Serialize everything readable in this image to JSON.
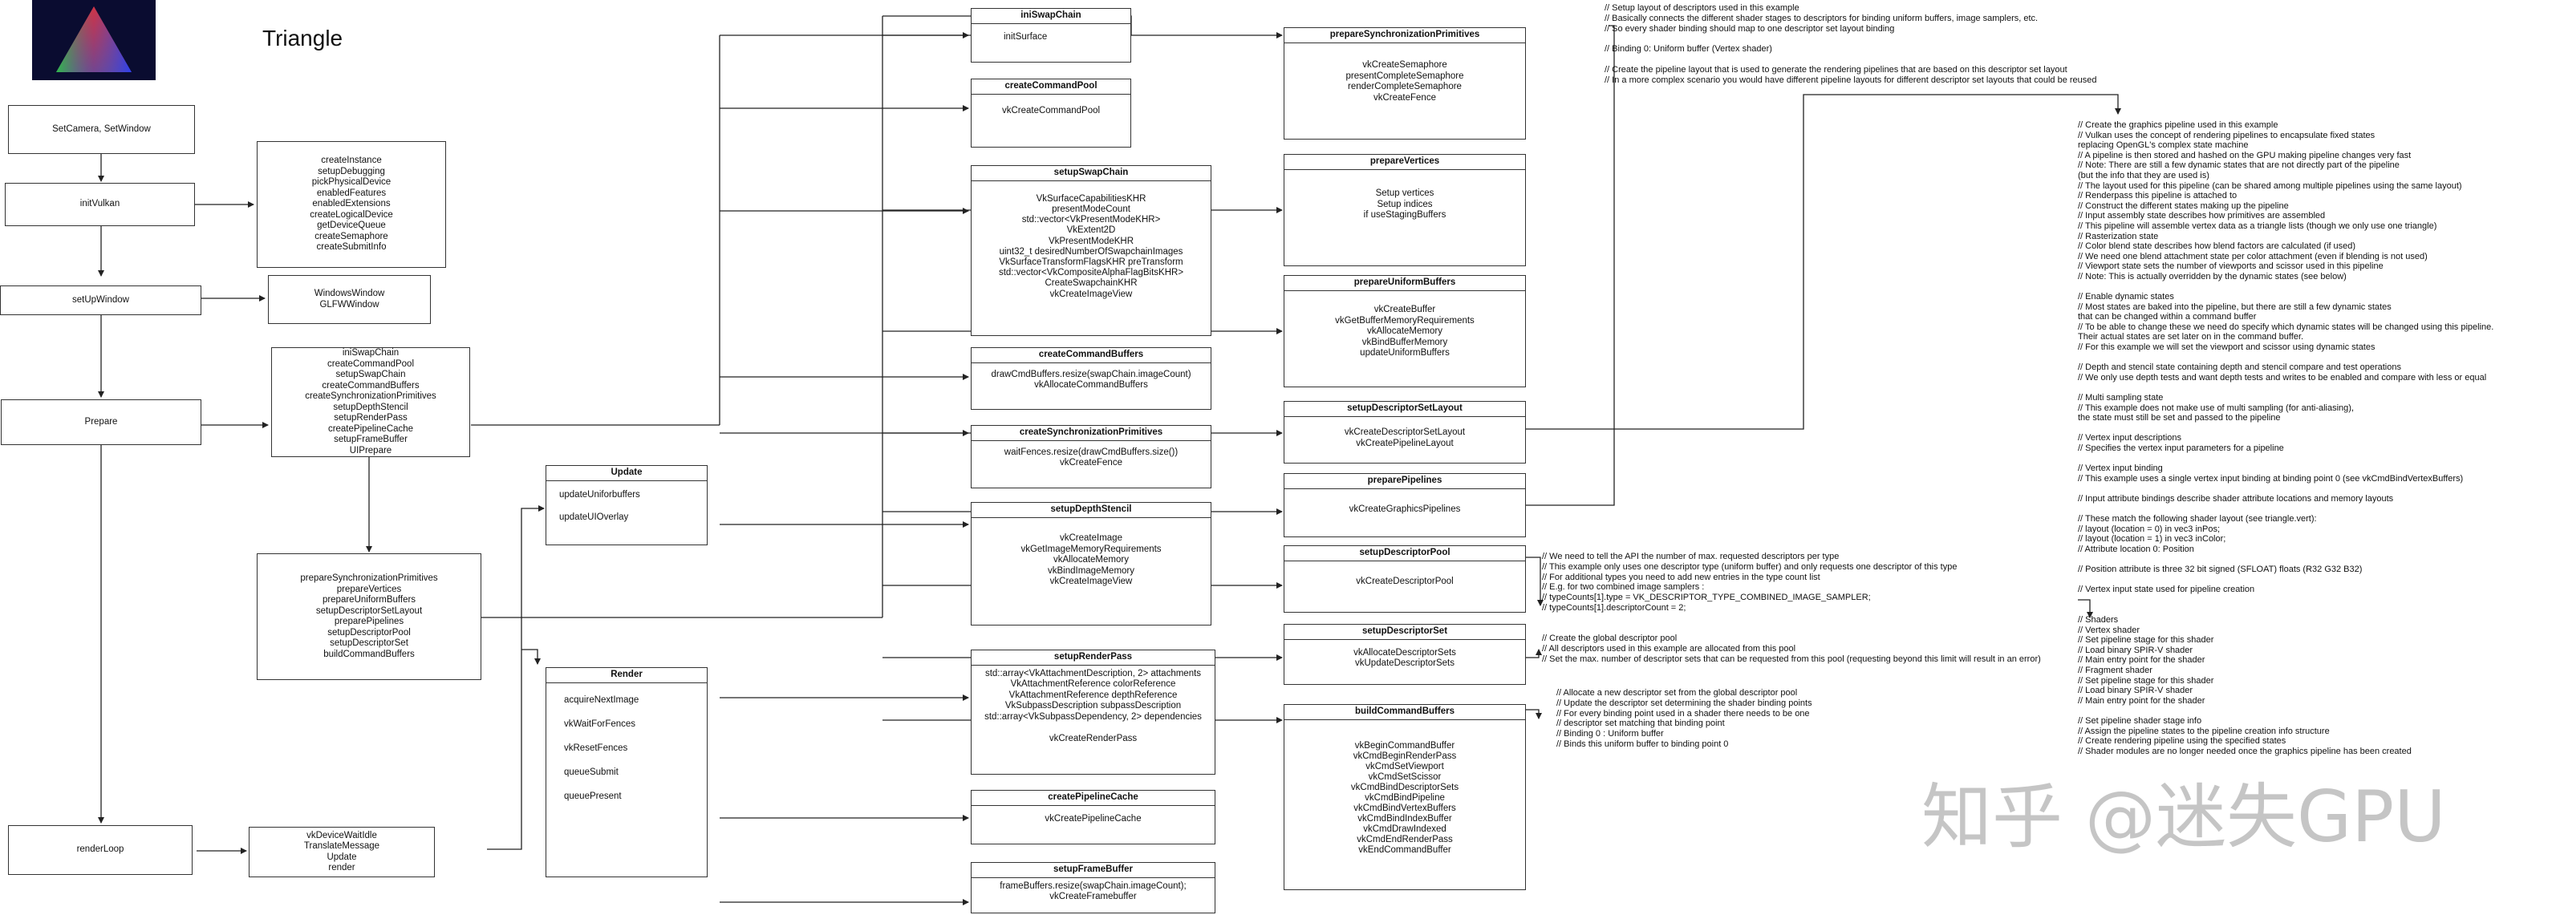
{
  "title": "Triangle",
  "watermark": "知乎 @迷失GPU",
  "nodes": {
    "setcamera": {
      "lines": [
        "SetCamera,   SetWindow"
      ]
    },
    "initvulkan": {
      "lines": [
        "initVulkan"
      ]
    },
    "vkinit": {
      "lines": [
        "createInstance",
        "setupDebugging",
        "pickPhysicalDevice",
        "enabledFeatures",
        "enabledExtensions",
        "createLogicalDevice",
        "getDeviceQueue",
        "createSemaphore",
        "createSubmitInfo"
      ]
    },
    "setupwindow": {
      "lines": [
        "setUpWindow"
      ]
    },
    "windows": {
      "lines": [
        "WindowsWindow",
        "GLFWWindow"
      ]
    },
    "prepare": {
      "lines": [
        "Prepare"
      ]
    },
    "prepare1": {
      "lines": [
        "iniSwapChain",
        "createCommandPool",
        "setupSwapChain",
        "createCommandBuffers",
        "createSynchronizationPrimitives",
        "setupDepthStencil",
        "setupRenderPass",
        "createPipelineCache",
        "setupFrameBuffer",
        "UIPrepare"
      ]
    },
    "prepare2": {
      "lines": [
        "prepareSynchronizationPrimitives",
        "prepareVertices",
        "prepareUniformBuffers",
        "setupDescriptorSetLayout",
        "preparePipelines",
        "setupDescriptorPool",
        "setupDescriptorSet",
        "buildCommandBuffers"
      ]
    },
    "renderloop": {
      "lines": [
        "renderLoop"
      ]
    },
    "loopcalls": {
      "lines": [
        "vkDeviceWaitIdle",
        "TranslateMessage",
        "Update",
        "render"
      ]
    },
    "update": {
      "title": "Update",
      "lines": [
        "updateUniforbuffers",
        "",
        "updateUIOverlay"
      ]
    },
    "render": {
      "title": "Render",
      "lines": [
        "acquireNextImage",
        "",
        "vkWaitForFences",
        "",
        "vkResetFences",
        "",
        "queueSubmit",
        "",
        "queuePresent"
      ]
    },
    "iniswapchain": {
      "title": "iniSwapChain",
      "lines": [
        "initSurface"
      ]
    },
    "createcommandpool": {
      "title": "createCommandPool",
      "lines": [
        "vkCreateCommandPool"
      ]
    },
    "setupswapchain": {
      "title": "setupSwapChain",
      "lines": [
        "",
        "VkSurfaceCapabilitiesKHR",
        "presentModeCount",
        "std::vector<VkPresentModeKHR>",
        "VkExtent2D",
        "VkPresentModeKHR",
        "uint32_t desiredNumberOfSwapchainImages",
        "VkSurfaceTransformFlagsKHR preTransform",
        "std::vector<VkCompositeAlphaFlagBitsKHR>",
        "CreateSwapchainKHR",
        "vkCreateImageView"
      ]
    },
    "createcommandbuffers": {
      "title": "createCommandBuffers",
      "lines": [
        "drawCmdBuffers.resize(swapChain.imageCount)",
        "vkAllocateCommandBuffers"
      ]
    },
    "createsync": {
      "title": "createSynchronizationPrimitives",
      "lines": [
        "waitFences.resize(drawCmdBuffers.size())",
        "vkCreateFence"
      ]
    },
    "setupdepth": {
      "title": "setupDepthStencil",
      "lines": [
        "",
        "vkCreateImage",
        "vkGetImageMemoryRequirements",
        "vkAllocateMemory",
        "vkBindImageMemory",
        "vkCreateImageView"
      ]
    },
    "setuprenderpass": {
      "title": "setupRenderPass",
      "lines": [
        "std::array<VkAttachmentDescription, 2> attachments",
        "VkAttachmentReference colorReference",
        "VkAttachmentReference depthReference",
        "VkSubpassDescription subpassDescription",
        "std::array<VkSubpassDependency, 2> dependencies",
        "",
        "vkCreateRenderPass"
      ]
    },
    "createpipelinecache": {
      "title": "createPipelineCache",
      "lines": [
        "vkCreatePipelineCache"
      ]
    },
    "setupframebuffer": {
      "title": "setupFrameBuffer",
      "lines": [
        "frameBuffers.resize(swapChain.imageCount);",
        "vkCreateFramebuffer"
      ]
    },
    "preparesync": {
      "title": "prepareSynchronizationPrimitives",
      "lines": [
        "",
        "vkCreateSemaphore",
        "presentCompleteSemaphore",
        "renderCompleteSemaphore",
        "vkCreateFence"
      ]
    },
    "preparevertices": {
      "title": "prepareVertices",
      "lines": [
        "",
        "Setup vertices",
        "Setup indices",
        "if useStagingBuffers"
      ]
    },
    "prepareuniform": {
      "title": "prepareUniformBuffers",
      "lines": [
        "",
        "vkCreateBuffer",
        "vkGetBufferMemoryRequirements",
        "vkAllocateMemory",
        "vkBindBufferMemory",
        "updateUniformBuffers"
      ]
    },
    "setupdsl": {
      "title": "setupDescriptorSetLayout",
      "lines": [
        "",
        "vkCreateDescriptorSetLayout",
        "vkCreatePipelineLayout"
      ]
    },
    "preparepipelines": {
      "title": "preparePipelines",
      "lines": [
        "",
        "vkCreateGraphicsPipelines"
      ]
    },
    "setupdpool": {
      "title": "setupDescriptorPool",
      "lines": [
        "",
        "vkCreateDescriptorPool"
      ]
    },
    "setupdset": {
      "title": "setupDescriptorSet",
      "lines": [
        "vkAllocateDescriptorSets",
        "vkUpdateDescriptorSets"
      ]
    },
    "buildcmd": {
      "title": "buildCommandBuffers",
      "lines": [
        "",
        "",
        "vkBeginCommandBuffer",
        "vkCmdBeginRenderPass",
        "vkCmdSetViewport",
        "vkCmdSetScissor",
        "vkCmdBindDescriptorSets",
        "vkCmdBindPipeline",
        "vkCmdBindVertexBuffers",
        "vkCmdBindIndexBuffer",
        "vkCmdDrawIndexed",
        "vkCmdEndRenderPass",
        "vkEndCommandBuffer"
      ]
    }
  },
  "comments": {
    "c1": [
      "// Setup layout of descriptors used in this example",
      "              // Basically connects the different shader stages to descriptors for binding uniform buffers, image samplers, etc.",
      "// So every shader binding should map to one descriptor set layout binding",
      "",
      "// Binding 0: Uniform buffer (Vertex shader)",
      "",
      "// Create the pipeline layout that is used to generate the rendering pipelines that are based on this descriptor set layout",
      "// In a more complex scenario you would have different pipeline layouts for different descriptor set layouts that could be reused"
    ],
    "c2": [
      "// Create the graphics pipeline used in this example",
      "// Vulkan uses the concept of rendering pipelines to encapsulate fixed states",
      " replacing OpenGL's complex state machine",
      "// A pipeline is then stored and hashed on the GPU making pipeline changes very fast",
      "// Note: There are still a few dynamic states that are not directly part of the pipeline",
      "(but the info that they are used is)",
      "// The layout used for this pipeline (can be shared among multiple pipelines using the same layout)",
      "// Renderpass this pipeline is attached to",
      "// Construct the different states making up the pipeline",
      "// Input assembly state describes how primitives are assembled",
      "// This pipeline will assemble vertex data as a triangle lists (though we only use one triangle)",
      "// Rasterization state",
      "// Color blend state describes how blend factors are calculated (if used)",
      "// We need one blend attachment state per color attachment (even if blending is not used)",
      "// Viewport state sets the number of viewports and scissor used in this pipeline",
      "// Note: This is actually overridden by the dynamic states (see below)",
      "",
      "// Enable dynamic states",
      "// Most states are baked into the pipeline, but there are still a few dynamic states",
      "that can be changed within a command buffer",
      "// To be able to change these we need do specify which dynamic states will be changed using this pipeline.",
      " Their actual states are set later on in the command buffer.",
      "// For this example we will set the viewport and scissor using dynamic states",
      "",
      "// Depth and stencil state containing depth and stencil compare and test operations",
      "// We only use depth tests and want depth tests and writes to be enabled and compare with less or equal",
      "",
      "// Multi sampling state",
      "// This example does not make use of multi sampling (for anti-aliasing),",
      "the state must still be set and passed to the pipeline",
      "",
      "// Vertex input descriptions",
      "// Specifies the vertex input parameters for a pipeline",
      "",
      "// Vertex input binding",
      "// This example uses a single vertex input binding at binding point 0 (see vkCmdBindVertexBuffers)",
      "",
      "// Input attribute bindings describe shader attribute locations and memory layouts",
      "",
      "// These match the following shader layout (see triangle.vert):",
      "//  layout (location = 0) in vec3 inPos;",
      "//  layout (location = 1) in vec3 inColor;",
      "// Attribute location 0: Position",
      "",
      "// Position attribute is three 32 bit signed (SFLOAT) floats (R32 G32 B32)",
      "",
      "// Vertex input state used for pipeline creation",
      "",
      "",
      "// Shaders",
      "// Vertex shader",
      "// Set pipeline stage for this shader",
      "// Load binary SPIR-V shader",
      "// Main entry point for the shader",
      "//  Fragment shader",
      "// Set pipeline stage for this shader",
      "// Load binary SPIR-V shader",
      "// Main entry point for the shader",
      "",
      "// Set pipeline shader stage info",
      "// Assign the pipeline states to the pipeline creation info structure",
      "// Create rendering pipeline using the specified states",
      "// Shader modules are no longer needed once the graphics pipeline has been created"
    ],
    "c3": [
      "// We need to tell the API the number of max. requested descriptors per type",
      "// This example only uses one descriptor type (uniform buffer) and only requests one descriptor of this type",
      "// For additional types you need to add new entries in the type count list",
      "// E.g. for two combined image samplers :",
      "// typeCounts[1].type = VK_DESCRIPTOR_TYPE_COMBINED_IMAGE_SAMPLER;",
      "// typeCounts[1].descriptorCount = 2;"
    ],
    "c4": [
      "// Create the global descriptor pool",
      "// All descriptors used in this example are allocated from this pool",
      "// Set the max. number of descriptor sets that can be requested from this pool (requesting beyond this limit will result in an error)"
    ],
    "c5": [
      "// Allocate a new descriptor set from the global descriptor pool",
      "// Update the descriptor set determining the shader binding points",
      "// For every binding point used in a shader there needs to be one",
      "// descriptor set matching that binding point",
      "// Binding 0 : Uniform buffer",
      "// Binds this uniform buffer to binding point 0"
    ]
  }
}
